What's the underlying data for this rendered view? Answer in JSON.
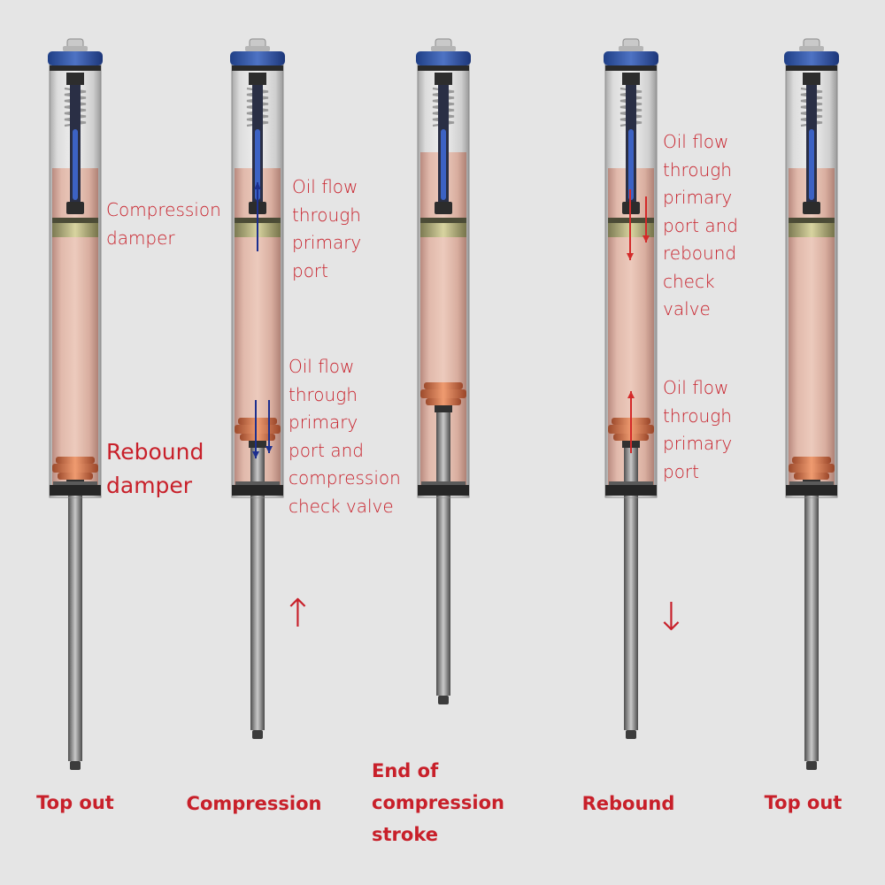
{
  "colors": {
    "background": "#e5e5e5",
    "label_red": "#c8202a",
    "oil": "#d3a597",
    "tube_glass": "#cfcfcf",
    "cap_blue": "#3b5fa8",
    "piston_orange": "#d97a4f",
    "flow_blue": "#1c2f8f",
    "flow_red": "#d42a2a"
  },
  "stages": [
    {
      "key": "top-out-1",
      "caption": "Top out",
      "oil_fill": "partial",
      "rod_extension": "full"
    },
    {
      "key": "compression",
      "caption": "Compression",
      "oil_fill": "partial",
      "rod_extension": "mid",
      "flow_direction": "up"
    },
    {
      "key": "end-of-compression",
      "caption": "End of\ncompression\nstroke",
      "oil_fill": "full",
      "rod_extension": "short"
    },
    {
      "key": "rebound",
      "caption": "Rebound",
      "oil_fill": "partial",
      "rod_extension": "mid",
      "flow_direction": "down"
    },
    {
      "key": "top-out-2",
      "caption": "Top out",
      "oil_fill": "partial",
      "rod_extension": "full"
    }
  ],
  "annotations": {
    "compression_damper": "Compression\ndamper",
    "rebound_damper": "Rebound\ndamper",
    "compression_upper": "Oil flow\nthrough\nprimary\nport",
    "compression_lower": "Oil flow\nthrough\nprimary\nport and\ncompression\ncheck valve",
    "rebound_upper": "Oil flow\nthrough\nprimary\nport and\nrebound\ncheck\nvalve",
    "rebound_lower": "Oil flow\nthrough\nprimary\nport"
  },
  "motion_arrows": {
    "compression": "↑",
    "rebound": "↓"
  }
}
